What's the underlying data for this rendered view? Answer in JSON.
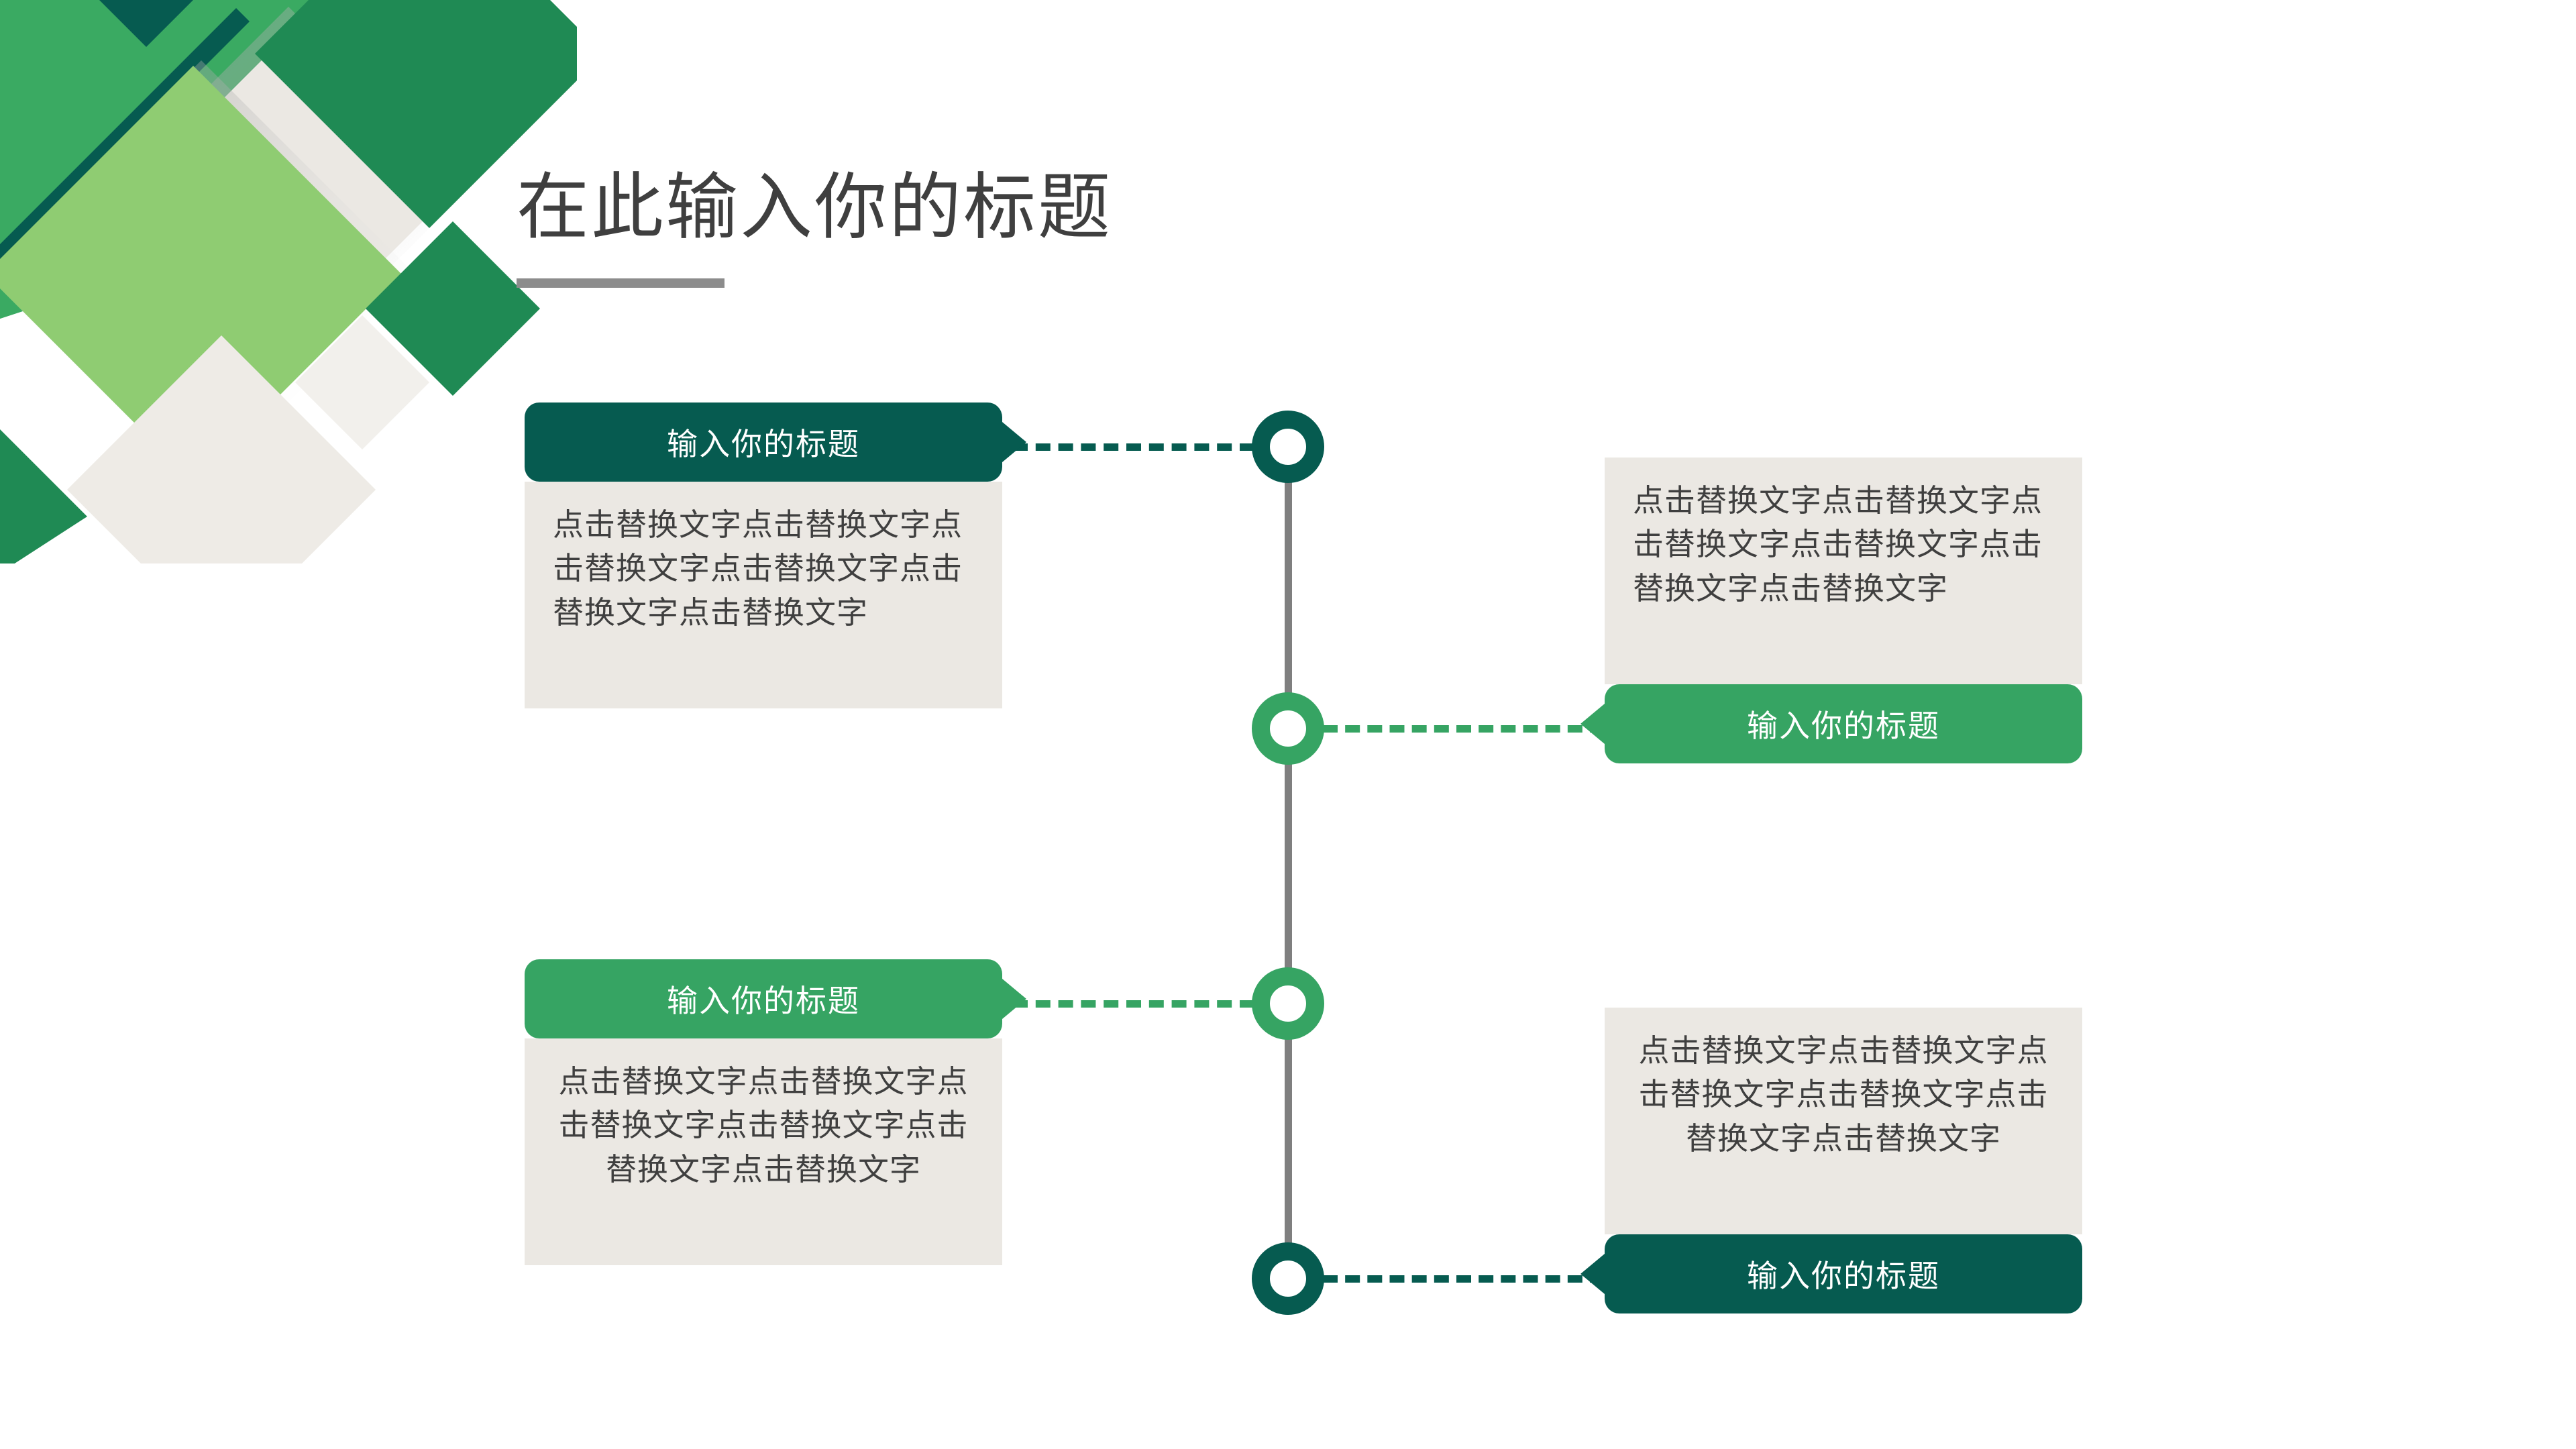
{
  "slide": {
    "background_color": "#ffffff",
    "title": "在此输入你的标题",
    "title_color": "#3f3f3f",
    "title_rule_color": "#8c8c8c"
  },
  "palette": {
    "dark_teal": "#065b50",
    "green": "#36a463",
    "light_green": "#8fcc72",
    "mid_green": "#2f9e63",
    "panel_bg": "#ebe8e3",
    "spine_gray": "#7f7f7f",
    "text_gray": "#3f3f3f"
  },
  "timeline": {
    "spine_color": "#7f7f7f",
    "nodes": [
      {
        "index": 1,
        "color": "#065b50",
        "connector_side": "left",
        "connector_style": "dashed"
      },
      {
        "index": 2,
        "color": "#36a463",
        "connector_side": "right",
        "connector_style": "dashed"
      },
      {
        "index": 3,
        "color": "#36a463",
        "connector_side": "left",
        "connector_style": "dashed"
      },
      {
        "index": 4,
        "color": "#065b50",
        "connector_side": "right",
        "connector_style": "dashed"
      }
    ]
  },
  "items": [
    {
      "id": "item-1",
      "side": "left",
      "chip_label": "输入你的标题",
      "chip_color": "#065b50",
      "chip_text_color": "#ffffff",
      "body_text": "点击替换文字点击替换文字点击替换文字点击替换文字点击替换文字点击替换文字",
      "body_align": "left",
      "chip_position": "above"
    },
    {
      "id": "item-2",
      "side": "right",
      "chip_label": "输入你的标题",
      "chip_color": "#36a463",
      "chip_text_color": "#ffffff",
      "body_text": "点击替换文字点击替换文字点击替换文字点击替换文字点击替换文字点击替换文字",
      "body_align": "left",
      "chip_position": "below"
    },
    {
      "id": "item-3",
      "side": "left",
      "chip_label": "输入你的标题",
      "chip_color": "#36a463",
      "chip_text_color": "#ffffff",
      "body_text": "点击替换文字点击替换文字点击替换文字点击替换文字点击替换文字点击替换文字",
      "body_align": "center",
      "chip_position": "above"
    },
    {
      "id": "item-4",
      "side": "right",
      "chip_label": "输入你的标题",
      "chip_color": "#065b50",
      "chip_text_color": "#ffffff",
      "body_text": "点击替换文字点击替换文字点击替换文字点击替换文字点击替换文字点击替换文字",
      "body_align": "center",
      "chip_position": "below"
    }
  ],
  "decoration": {
    "name": "green-diamond-corner-graphic",
    "shapes": [
      {
        "shape": "rotated-square",
        "color": "#34a85a"
      },
      {
        "shape": "rotated-square",
        "color": "#1f8a54"
      },
      {
        "shape": "rotated-square",
        "color": "#8fcc72"
      },
      {
        "shape": "rotated-square",
        "color": "#e8e5df"
      },
      {
        "shape": "diagonal-bar",
        "color": "#065b50"
      }
    ]
  }
}
